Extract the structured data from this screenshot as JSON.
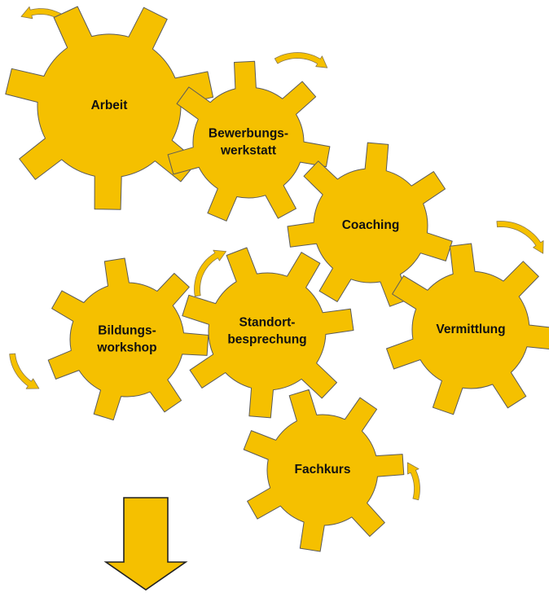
{
  "diagram": {
    "gears": [
      {
        "id": "arbeit",
        "lines": [
          "Arbeit"
        ]
      },
      {
        "id": "bewerbungswerkstatt",
        "lines": [
          "Bewerbungs-",
          "werkstatt"
        ]
      },
      {
        "id": "coaching",
        "lines": [
          "Coaching"
        ]
      },
      {
        "id": "bildungsworkshop",
        "lines": [
          "Bildungs-",
          "workshop"
        ]
      },
      {
        "id": "standortbesprechung",
        "lines": [
          "Standort-",
          "besprechung"
        ]
      },
      {
        "id": "vermittlung",
        "lines": [
          "Vermittlung"
        ]
      },
      {
        "id": "fachkurs",
        "lines": [
          "Fachkurs"
        ]
      }
    ],
    "colors": {
      "gear_fill": "#f5c000",
      "gear_outline": "#5b5b5b",
      "text": "#111111"
    }
  }
}
